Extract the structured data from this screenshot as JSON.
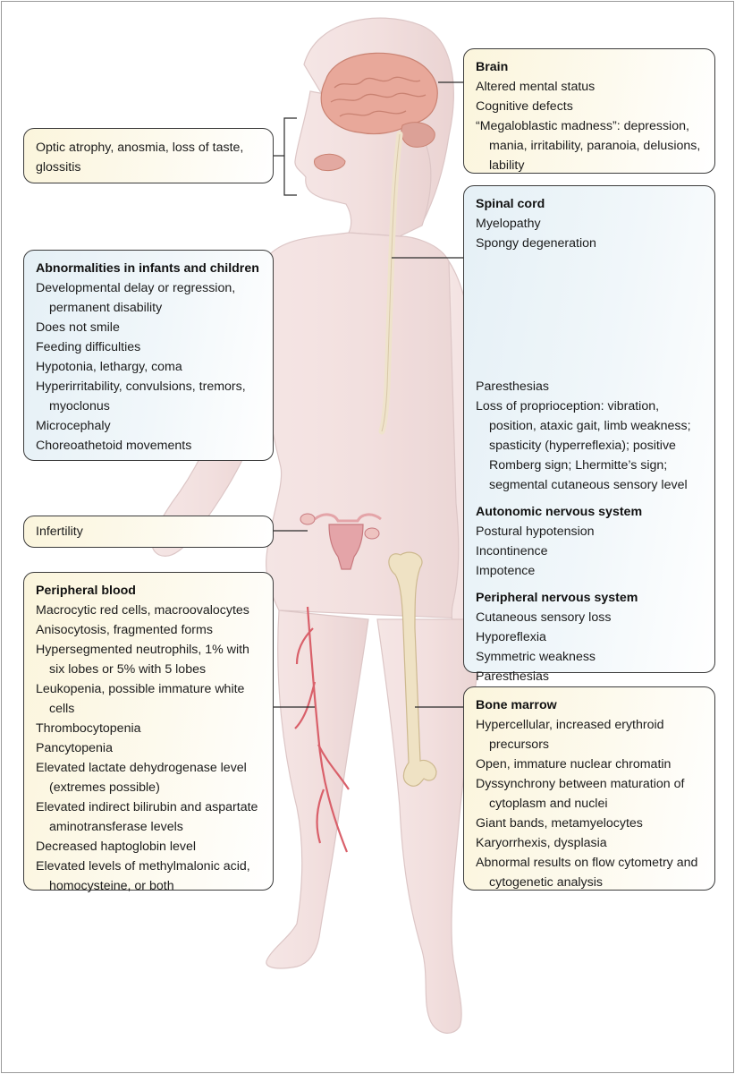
{
  "optic": {
    "items": [
      "Optic atrophy, anosmia, loss of taste, glossitis"
    ]
  },
  "brain": {
    "title": "Brain",
    "items": [
      "Altered mental status",
      "Cognitive defects",
      "“Megaloblastic madness”: depression, mania, irritability, paranoia, delusions, lability"
    ]
  },
  "infants": {
    "title": "Abnormalities in infants and children",
    "items": [
      "Developmental delay or regression, permanent disability",
      "Does not smile",
      "Feeding difficulties",
      "Hypotonia, lethargy, coma",
      "Hyperirritability, convulsions, tremors, myoclonus",
      "Microcephaly",
      "Choreoathetoid movements"
    ]
  },
  "infertility": {
    "items": [
      "Infertility"
    ]
  },
  "spinal": {
    "title": "Spinal cord",
    "items_top": [
      "Myelopathy",
      "Spongy degeneration"
    ],
    "items_bottom": [
      "Paresthesias",
      "Loss of proprioception: vibration, position, ataxic gait, limb weakness; spasticity (hyperreflexia); positive Romberg sign; Lhermitte’s sign; segmental cutaneous sensory level"
    ]
  },
  "autonomic": {
    "title": "Autonomic nervous system",
    "items": [
      "Postural hypotension",
      "Incontinence",
      "Impotence"
    ]
  },
  "peripheral_ns": {
    "title": "Peripheral nervous system",
    "items": [
      "Cutaneous sensory loss",
      "Hyporeflexia",
      "Symmetric weakness",
      "Paresthesias"
    ]
  },
  "blood": {
    "title": "Peripheral blood",
    "items": [
      "Macrocytic red cells, macroovalocytes",
      "Anisocytosis, fragmented forms",
      "Hypersegmented neutrophils, 1% with six lobes or 5% with 5 lobes",
      "Leukopenia, possible immature white cells",
      "Thrombocytopenia",
      "Pancytopenia",
      "Elevated lactate dehydrogenase level (extremes possible)",
      "Elevated indirect bilirubin and aspartate aminotransferase levels",
      "Decreased haptoglobin level",
      "Elevated levels of methylmalonic acid, homocysteine, or both"
    ]
  },
  "marrow": {
    "title": "Bone marrow",
    "items": [
      "Hypercellular, increased erythroid precursors",
      "Open, immature nuclear chromatin",
      "Dyssynchrony between maturation of cytoplasm and nuclei",
      "Giant bands, metamyelocytes",
      "Karyorrhexis, dysplasia",
      "Abnormal results on flow cytometry and cytogenetic analysis"
    ]
  },
  "colors": {
    "skin": "#f1dcdb",
    "brain": "#e8a89a",
    "cord": "#efe3cc",
    "bone": "#efe2c4",
    "uterus": "#e4a4a8",
    "vessel": "#d9606a",
    "box_warm": "#fbf5dc",
    "box_cool": "#e5f0f6",
    "box_border": "#3b3b3b"
  }
}
